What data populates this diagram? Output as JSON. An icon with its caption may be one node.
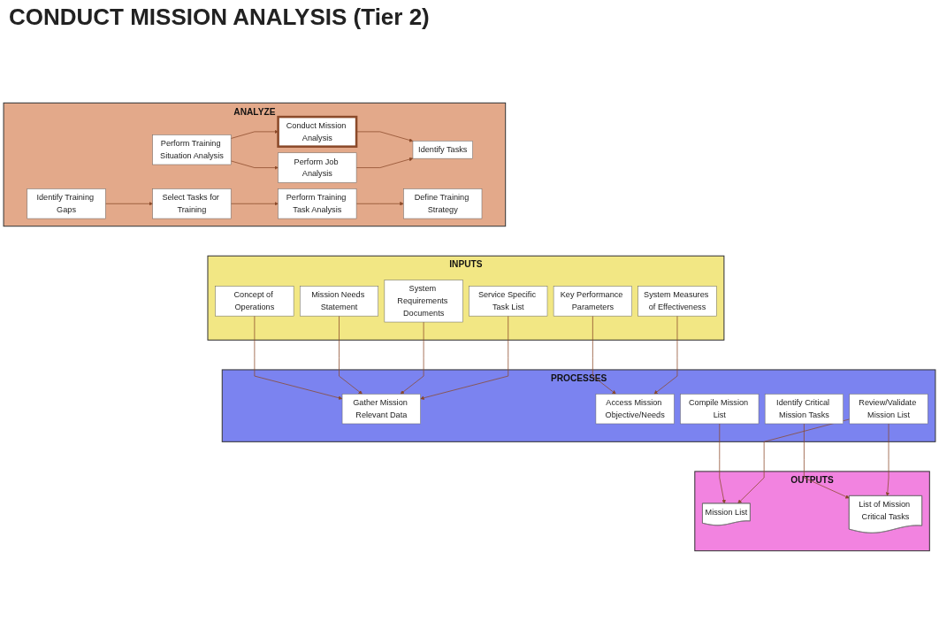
{
  "diagram": {
    "title": "CONDUCT MISSION ANALYSIS (Tier 2)",
    "nodes": [
      {
        "text": [
          "ANALYZE"
        ]
      },
      {
        "text": [
          "Perform Training Situation Analysis"
        ],
        "in": 0
      },
      {
        "text": [
          "Conduct Mission Analysis"
        ],
        "in": 0
      },
      {
        "text": [
          "Perform Job Analysis"
        ],
        "in": 0
      },
      {
        "text": [
          "Identify Tasks"
        ],
        "in": 0
      },
      {
        "text": [
          "Identify Training Gaps"
        ],
        "in": 0
      },
      {
        "text": [
          "Select Tasks for Training"
        ],
        "in": 0
      },
      {
        "text": [
          "Perform Training Task Analysis"
        ],
        "in": 0
      },
      {
        "text": [
          "Define Training Strategy"
        ],
        "in": 0
      },
      {
        "text": [
          "INPUTS"
        ]
      },
      {
        "text": [
          "Concept of Operations"
        ],
        "in": 9
      },
      {
        "text": [
          "System Requirements Documents"
        ],
        "in": 9
      },
      {
        "text": [
          "Mission Needs Statement"
        ],
        "in": 9
      },
      {
        "text": [
          "Service Specific Task List"
        ],
        "in": 9
      },
      {
        "text": [
          "Key Performance Parameters"
        ],
        "in": 9
      },
      {
        "text": [
          "System Measures of Effectiveness"
        ],
        "in": 9
      },
      {
        "text": [
          "PROCESSES"
        ]
      },
      {
        "text": [
          "Gather Mission Relevant Data"
        ],
        "in": 16
      },
      {
        "text": [
          "Access Mission Objective/Needs"
        ],
        "in": 16
      },
      {
        "text": [
          "Compile Mission List"
        ],
        "in": 16
      },
      {
        "text": [
          "Identify Critical Mission Tasks"
        ],
        "in": 16
      },
      {
        "text": [
          "Review/Validate Mission List"
        ],
        "in": 16
      },
      {
        "text": [
          "OUTPUTS"
        ]
      },
      {
        "text": [
          "Mission List"
        ],
        "in": 22
      },
      {
        "text": [
          "List of Mission Critical Tasks"
        ],
        "in": 22
      }
    ],
    "edges": [
      {
        "from": 1,
        "to": 2,
        "arrow": "to"
      },
      {
        "from": 1,
        "to": 3,
        "arrow": "to"
      },
      {
        "from": 2,
        "to": 4,
        "arrow": "to"
      },
      {
        "from": 3,
        "to": 4,
        "arrow": "to"
      },
      {
        "from": 5,
        "to": 6,
        "arrow": "to"
      },
      {
        "from": 6,
        "to": 7,
        "arrow": "to"
      },
      {
        "from": 7,
        "to": 8,
        "arrow": "to"
      },
      {
        "from": 10,
        "to": 17,
        "arrow": "to"
      },
      {
        "from": 12,
        "to": 17,
        "arrow": "to"
      },
      {
        "from": 11,
        "to": 17,
        "arrow": "to"
      },
      {
        "from": 13,
        "to": 17,
        "arrow": "to"
      },
      {
        "from": 14,
        "to": 18,
        "arrow": "to"
      },
      {
        "from": 15,
        "to": 18,
        "arrow": "to"
      },
      {
        "from": 19,
        "to": 23,
        "arrow": "to"
      },
      {
        "from": 21,
        "to": 23,
        "arrow": "to"
      },
      {
        "from": 20,
        "to": 24,
        "arrow": "to"
      },
      {
        "from": 21,
        "to": 24,
        "arrow": "to"
      }
    ]
  }
}
